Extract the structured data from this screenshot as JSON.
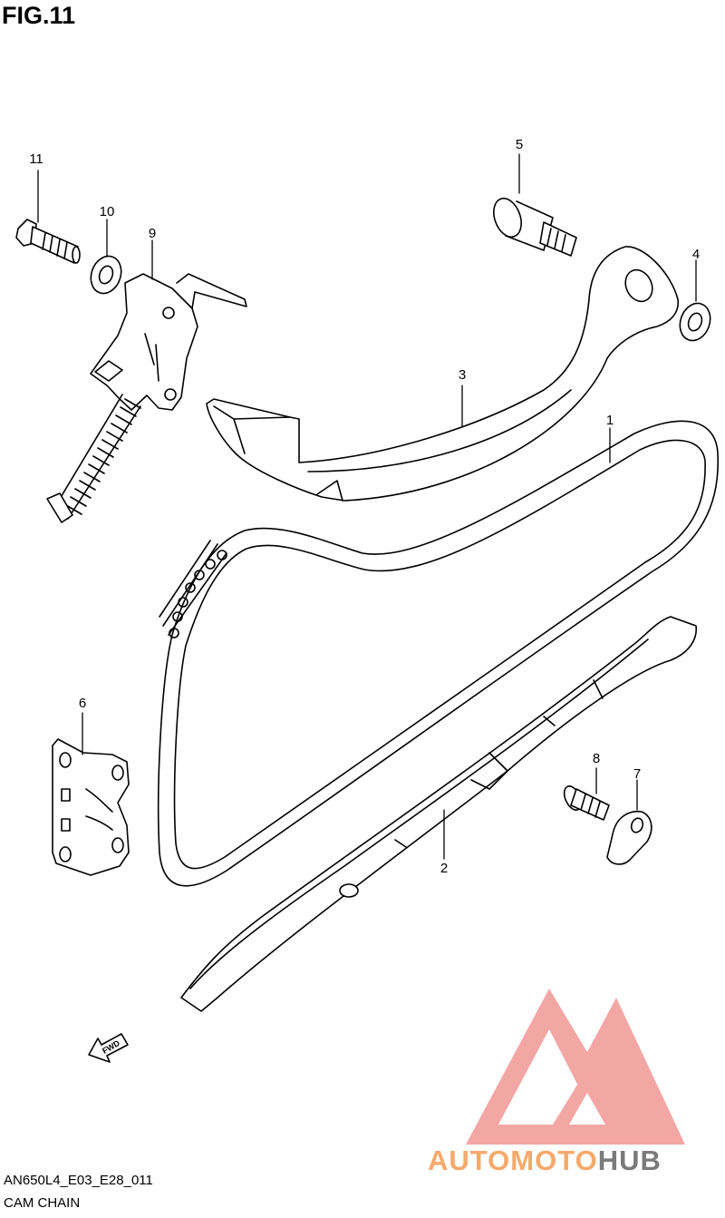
{
  "figure": {
    "title": "FIG.11"
  },
  "callouts": [
    "1",
    "2",
    "3",
    "4",
    "5",
    "6",
    "7",
    "8",
    "9",
    "10",
    "11"
  ],
  "direction_label": "FWD",
  "footer": {
    "model_code": "AN650L4_E03_E28_011",
    "caption": "CAM CHAIN"
  },
  "watermark": {
    "part_a": "AUTOMOTO",
    "part_b": "HUB",
    "colors": {
      "logo": "#f08a88",
      "part_a": "#f5a96a",
      "part_b": "#7a7a7a"
    }
  }
}
